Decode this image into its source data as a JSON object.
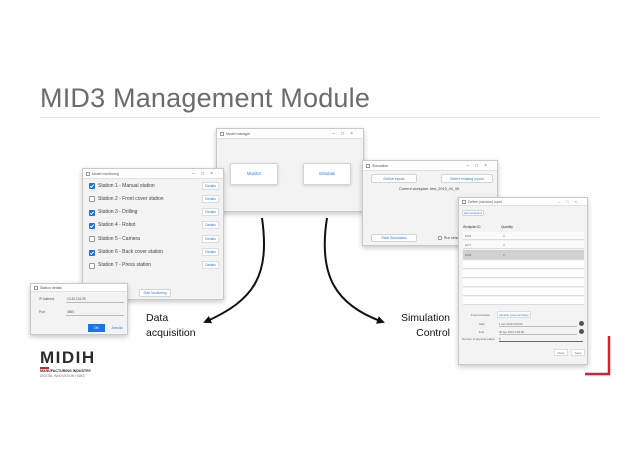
{
  "slide": {
    "title": "MID3 Management Module",
    "label_left_1": "Data",
    "label_left_2": "acquisition",
    "label_right_1": "Simulation",
    "label_right_2": "Control"
  },
  "logo": {
    "brand": "MIDIH",
    "tagline_1": "MANUFACTURING INDUSTRY",
    "tagline_2": "DIGITAL INNOVATION HUBS",
    "colors": {
      "dark": "#2b2b2b",
      "red": "#d2232a"
    }
  },
  "model_manager": {
    "title": "Model manager",
    "btn_monitor": "Monitor",
    "btn_simulate": "Simulate"
  },
  "model_monitoring": {
    "title": "Model monitoring",
    "stations": [
      {
        "label": "Station 1 - Manual station",
        "checked": true,
        "details": "Details"
      },
      {
        "label": "Station 2 - Front cover station",
        "checked": false,
        "details": "Details"
      },
      {
        "label": "Station 3 - Drilling",
        "checked": true,
        "details": "Details"
      },
      {
        "label": "Station 4 - Robot",
        "checked": true,
        "details": "Details"
      },
      {
        "label": "Station 5 - Camera",
        "checked": false,
        "details": "Details"
      },
      {
        "label": "Station 6 - Back cover station",
        "checked": true,
        "details": "Details"
      },
      {
        "label": "Station 7 - Press station",
        "checked": false,
        "details": "Details"
      }
    ],
    "start_button": "Start Monitoring"
  },
  "station_details": {
    "title": "Station details",
    "ip_label": "IP Address",
    "ip_value": "10.40.134.99",
    "port_label": "Port",
    "port_value": "4840",
    "ok": "OK",
    "cancel": "Annulla"
  },
  "simulation": {
    "title": "Simulation",
    "define_inputs": "Define inputs",
    "select_existing": "Select existing inputs",
    "current_workplan": "Current workplan: test_2019_04_05",
    "start_simulation": "Start Simulation",
    "run_check": "Run simul"
  },
  "define_inputs": {
    "title": "Define (random) input",
    "add_workplans": "Add workplans",
    "col_workplan": "Workplan ID",
    "col_quantity": "Quantity",
    "rows": [
      {
        "id": "1070",
        "qty": "4"
      },
      {
        "id": "1077",
        "qty": "4"
      },
      {
        "id": "1033",
        "qty": "4"
      }
    ],
    "tab_fixed": "Fixed schedule",
    "tab_variable": "Variable parametrization",
    "start_label": "Start",
    "start_value": "1 apr 2019 0:00:00",
    "end_label": "End",
    "end_value": "30 apr 2019 0:00:00",
    "products_label": "Number of physical pallets",
    "products_value": "8",
    "clear": "Clear",
    "save": "Save"
  }
}
